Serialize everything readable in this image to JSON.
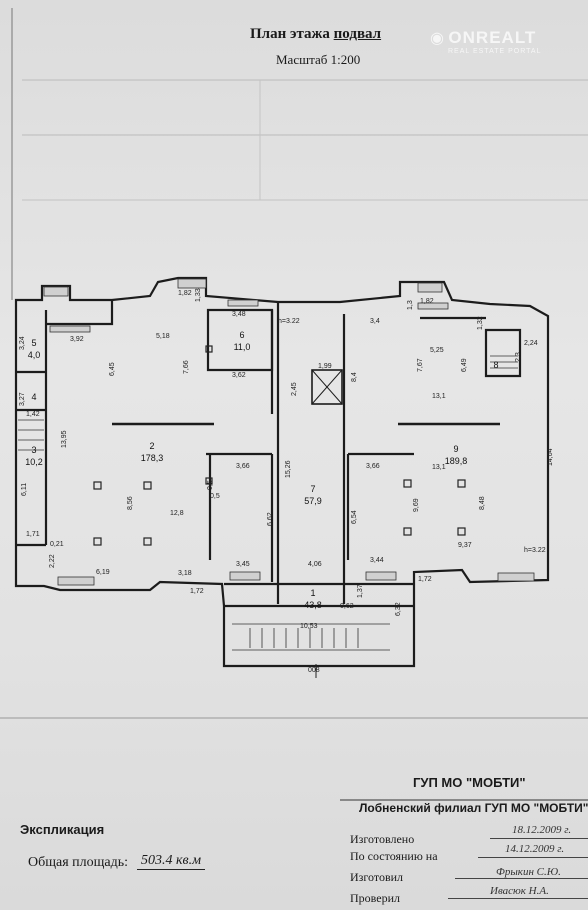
{
  "header": {
    "title": "План этажа",
    "title_floor": "подвал",
    "scale": "Масштаб 1:200"
  },
  "watermark": {
    "brand": "ONREALT",
    "sub": "REAL ESTATE PORTAL"
  },
  "rooms": [
    {
      "num": "1",
      "area": "43,8"
    },
    {
      "num": "2",
      "area": "178,3"
    },
    {
      "num": "3",
      "area": "10,2"
    },
    {
      "num": "4",
      "area": ""
    },
    {
      "num": "5",
      "area": "4,0"
    },
    {
      "num": "6",
      "area": "11,0"
    },
    {
      "num": "7",
      "area": "57,9"
    },
    {
      "num": "8",
      "area": ""
    },
    {
      "num": "9",
      "area": "189,8"
    }
  ],
  "dims": [
    "1,82",
    "1,33",
    "3,48",
    "h=3.22",
    "3,4",
    "1,3",
    "1,82",
    "1,32",
    "2,24",
    "2,3",
    "3,24",
    "3,92",
    "5,18",
    "6,45",
    "7,66",
    "3,62",
    "1,99",
    "2,45",
    "8,4",
    "5,25",
    "7,67",
    "6,49",
    "3,27",
    "1,42",
    "13,95",
    "6,11",
    "1,71",
    "3,66",
    "0,5",
    "0,5",
    "15,26",
    "3,66",
    "13,1",
    "13,1",
    "14,04",
    "8,56",
    "12,8",
    "6,62",
    "6,54",
    "9,69",
    "8,48",
    "9,37",
    "h=3.22",
    "0,21",
    "2,22",
    "6,19",
    "3,18",
    "1,72",
    "3,45",
    "4,06",
    "3,44",
    "1,72",
    "1,37",
    "0,62",
    "6,32",
    "10,53",
    "008"
  ],
  "org": {
    "name": "ГУП МО \"МОБТИ\"",
    "branch": "Лобненский филиал ГУП МО \"МОБТИ\""
  },
  "explication": {
    "title": "Экспликация",
    "area_label": "Общая площадь:",
    "area_value": "503.4 кв.м"
  },
  "fields": [
    {
      "label": "Изготовлено",
      "value": "18.12.2009 г."
    },
    {
      "label": "По состоянию на",
      "value": "14.12.2009 г."
    },
    {
      "label": "Изготовил",
      "value": "Фрыкин С.Ю."
    },
    {
      "label": "Проверил",
      "value": "Ивасюк Н.А."
    }
  ],
  "colors": {
    "wall": "#1c1c1c",
    "paper": "#e2e2e2",
    "window": "#6e6e6e"
  }
}
